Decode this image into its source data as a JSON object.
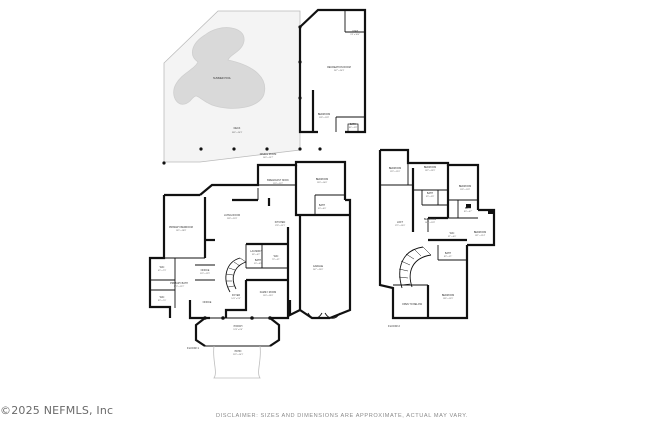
{
  "copyright": "©2025 NEFMLS, Inc",
  "disclaimer": "DISCLAIMER: SIZES AND DIMENSIONS ARE APPROXIMATE, ACTUAL MAY VARY.",
  "floor1": {
    "label": "FLOOR 1",
    "rooms": {
      "summer_pool": {
        "name": "SUMMER POOL",
        "dim": ""
      },
      "deck": {
        "name": "DECK",
        "dim": "39'4\" x 26'3\""
      },
      "loft": {
        "name": "LOFT",
        "dim": "9'3\" x 10'0\""
      },
      "recreation_room": {
        "name": "RECREATION ROOM",
        "dim": "20'7\" x 24'3\""
      },
      "bedroom_rec": {
        "name": "BEDROOM",
        "dim": "11'8\" x 11'8\""
      },
      "bath_rec": {
        "name": "BATH",
        "dim": "8'4\" x 5'8\""
      },
      "dining_room": {
        "name": "DINING ROOM",
        "dim": "14'0\" x 13'7\""
      },
      "breakfast_nook": {
        "name": "BREAKFAST NOOK",
        "dim": "11'0\" x 11'2\""
      },
      "bedroom_main": {
        "name": "BEDROOM",
        "dim": "15'0\" x 14'6\""
      },
      "living_room": {
        "name": "LIVING ROOM",
        "dim": "25'8\" x 21'8\""
      },
      "kitchen": {
        "name": "KITCHEN",
        "dim": "17'8\" x 15'1\""
      },
      "bath_k": {
        "name": "BATH",
        "dim": "9'0\" x 6'0\""
      },
      "primary_bedroom": {
        "name": "PRIMARY BEDROOM",
        "dim": "19'5\" x 18'8\""
      },
      "laundry": {
        "name": "LAUNDRY",
        "dim": "9'6\" x 6'2\""
      },
      "bath_1": {
        "name": "BATH",
        "dim": "5'0\" x 6'2\""
      },
      "walk_in_closet": {
        "name": "WIC",
        "dim": "7'3\" x 5'1\""
      },
      "garage": {
        "name": "GARAGE",
        "dim": "24'7\" x 23'6\""
      },
      "primary_bath": {
        "name": "PRIMARY BATH",
        "dim": "17'3\" x 12'2\""
      },
      "wic_a": {
        "name": "WIC",
        "dim": "6'5\" x 7'3\""
      },
      "wic_b": {
        "name": "WIC",
        "dim": "8'3\" x 7'0\""
      },
      "office": {
        "name": "OFFICE",
        "dim": "11'3\" x 12'5\""
      },
      "foyer": {
        "name": "FOYER",
        "dim": "14'1\" x 9'9\""
      },
      "dining_room2": {
        "name": "FAMILY ROOM",
        "dim": "15'0\" x 13'0\""
      },
      "porch": {
        "name": "PORCH",
        "dim": "12'8\" x 6'6\""
      },
      "patio": {
        "name": "PATIO",
        "dim": "21'3\" x 14'1\""
      }
    }
  },
  "floor2": {
    "label": "FLOOR 2",
    "rooms": {
      "bedroom_1": {
        "name": "BEDROOM",
        "dim": "12'3\" x 12'0\""
      },
      "bedroom_2": {
        "name": "BEDROOM",
        "dim": "13'2\" x 13'9\""
      },
      "bedroom_3": {
        "name": "BEDROOM",
        "dim": "11'8\" x 11'8\""
      },
      "bedroom_4": {
        "name": "BEDROOM",
        "dim": "13'1\" x 12'4\""
      },
      "bedroom_5": {
        "name": "BEDROOM",
        "dim": "14'3\" x 11'8\""
      },
      "bath_a": {
        "name": "BATH",
        "dim": "9'9\" x 5'8\""
      },
      "bath_b": {
        "name": "BATH",
        "dim": "8'0\" x 6'7\""
      },
      "wic": {
        "name": "WIC",
        "dim": "5'1\" x 6'0\""
      },
      "loft2": {
        "name": "LOFT",
        "dim": "17'5\" x 19'0\""
      },
      "bath_c": {
        "name": "BATH",
        "dim": "8'3\" x 5'1\""
      },
      "open_to_below": {
        "name": "OPEN TO BELOW",
        "dim": ""
      },
      "bedroom_6": {
        "name": "BEDROOM",
        "dim": "13'6\" x 15'9\""
      }
    }
  }
}
